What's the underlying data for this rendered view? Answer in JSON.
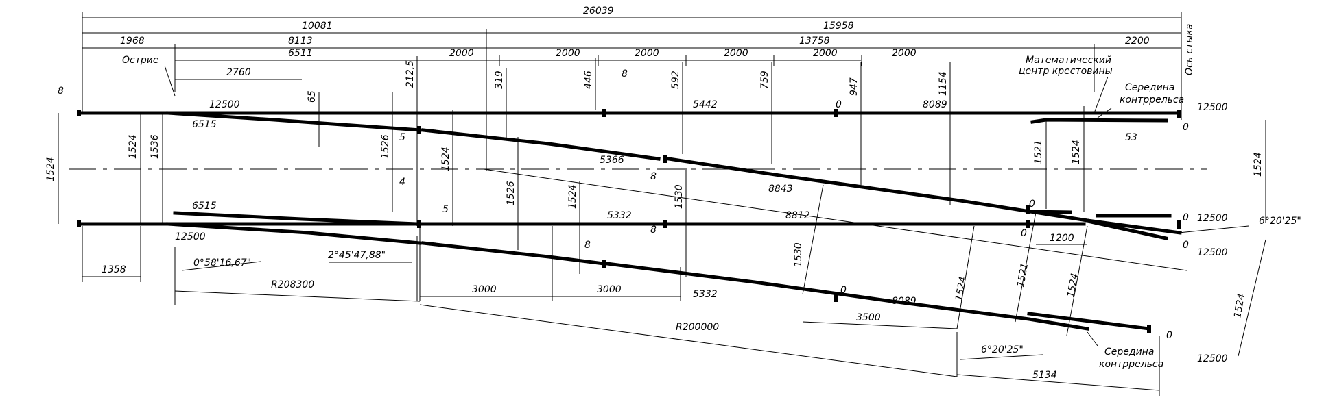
{
  "dimensions": {
    "overall_length": "26039",
    "front_part": "10081",
    "rear_part": "15958",
    "tip_offset": "1968",
    "switch_to_frog_span": "8113",
    "frog_rear_span": "13758",
    "rear_overhang": "2200",
    "point_zone": "6511",
    "point_segment": "2760",
    "step_2000": "2000",
    "gap_8": "8",
    "rail_12500": "12500",
    "rail_6515": "6515",
    "rail_5442": "5442",
    "rail_8089": "8089",
    "rail_5366": "5366",
    "rail_5332": "5332",
    "rail_8843": "8843",
    "rail_8812": "8812",
    "ord_65": "65",
    "ord_212_5": "212,5",
    "ord_319": "319",
    "ord_446": "446",
    "ord_592": "592",
    "ord_759": "759",
    "ord_947": "947",
    "ord_1154": "1154",
    "gauge_1524": "1524",
    "gauge_1536": "1536",
    "gauge_1526": "1526",
    "gauge_1530": "1530",
    "gauge_1521": "1521",
    "val_5": "5",
    "val_4": "4",
    "val_53": "53",
    "val_0": "0",
    "val_1358": "1358",
    "val_1200": "1200",
    "val_3000": "3000",
    "val_3500": "3500",
    "val_5134": "5134",
    "radius_main": "R208300",
    "radius_lead": "R200000",
    "angle_tip": "0°58'16,67\"",
    "angle_switch": "2°45'47,88\"",
    "angle_frog": "6°20'25\""
  },
  "labels": {
    "point_tip": "Острие",
    "math_center_line1": "Математический",
    "math_center_line2": "центр крестовины",
    "guard_mid_line1": "Середина",
    "guard_mid_line2": "контррельса",
    "joint_axis": "Ось стыка"
  }
}
